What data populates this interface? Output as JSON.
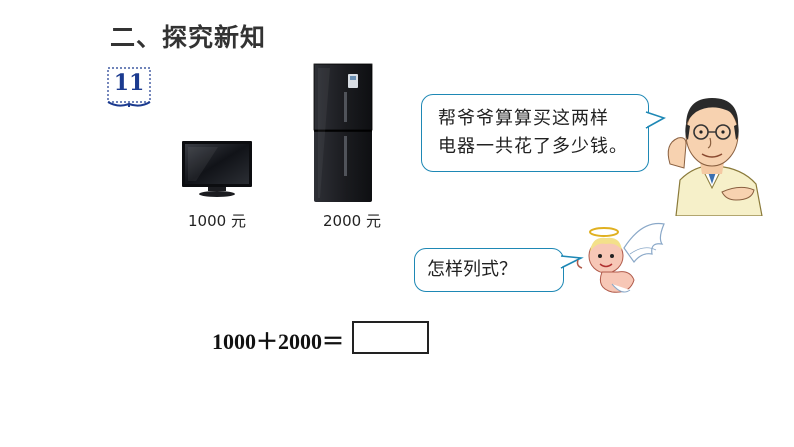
{
  "heading": "二、探究新知",
  "example_number": "11",
  "items": {
    "tv_price": "1000 元",
    "fridge_price": "2000 元"
  },
  "speech": {
    "man_line1": "帮爷爷算算买这两样",
    "man_line2": "电器一共花了多少钱。",
    "angel": "怎样列式？"
  },
  "equation": "1000＋2000＝",
  "icons": [
    "book-badge-icon",
    "tv-icon",
    "fridge-icon",
    "grandpa-icon",
    "angel-icon"
  ],
  "colors": {
    "bubble_border": "#1e88b5",
    "badge": "#1b3a8f"
  }
}
